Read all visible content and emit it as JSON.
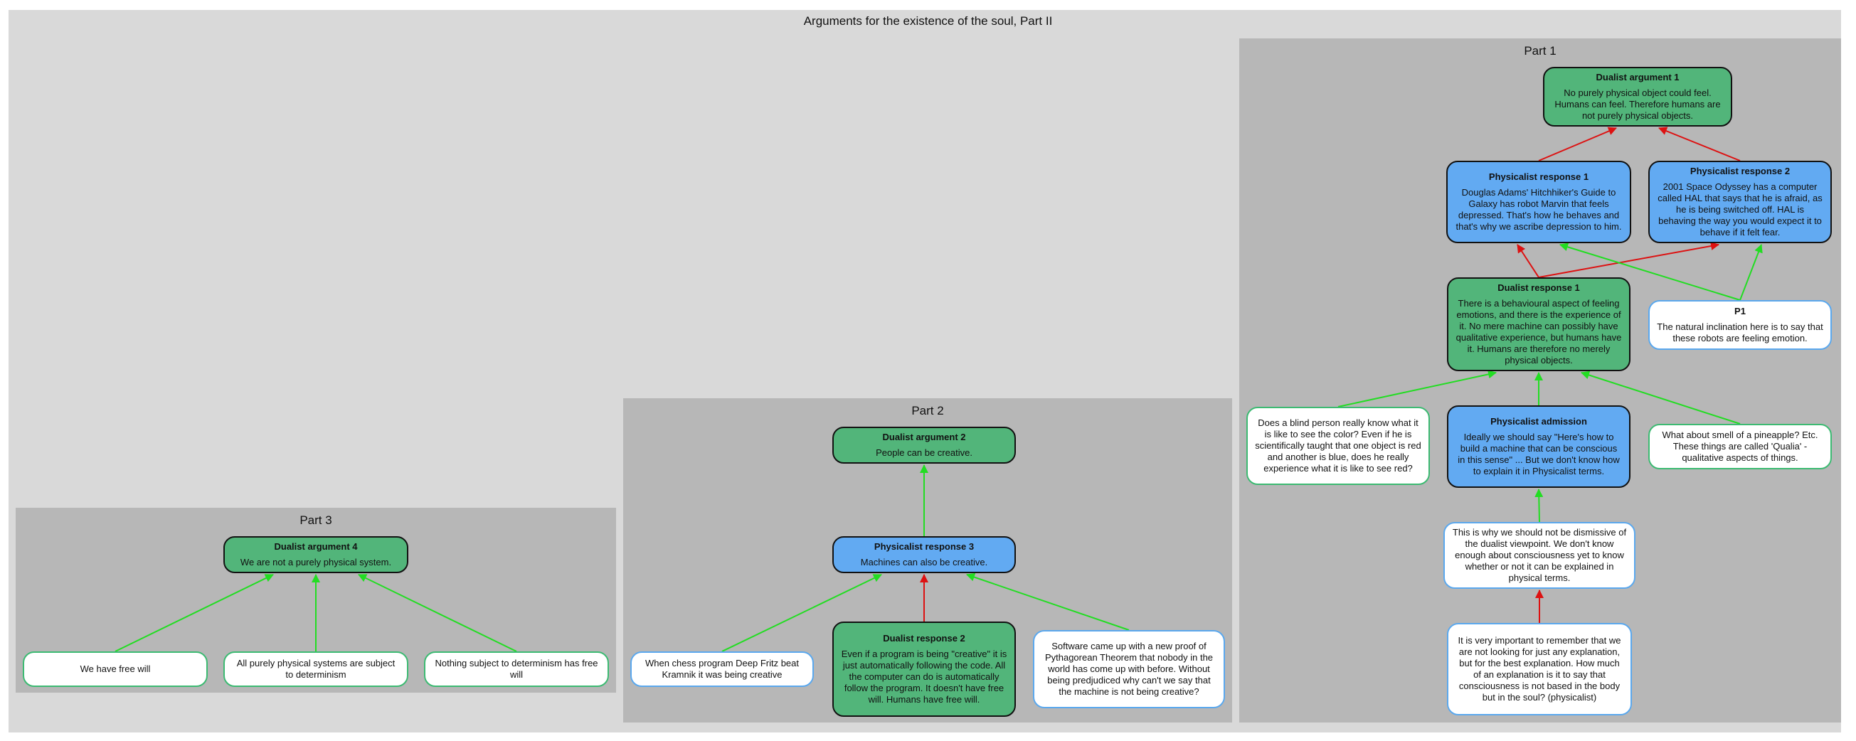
{
  "title": "Arguments for the existence of the soul, Part II",
  "colors": {
    "outer": "#d9d9d9",
    "cluster": "#b7b7b7",
    "green": "#52b57a",
    "blue": "#62aaf2",
    "support": "#22dd22",
    "attack": "#dd1111"
  },
  "clusters": {
    "part1": {
      "label": "Part 1"
    },
    "part2": {
      "label": "Part 2"
    },
    "part3": {
      "label": "Part 3"
    }
  },
  "nodes": {
    "da1": {
      "title": "Dualist argument 1",
      "text": "No purely physical object could feel. Humans can feel. Therefore humans are not purely physical objects."
    },
    "pr1": {
      "title": "Physicalist response 1",
      "text": "Douglas Adams' Hitchhiker's Guide to Galaxy has robot Marvin that feels depressed. That's how he behaves and that's why we ascribe depression to him."
    },
    "pr2": {
      "title": "Physicalist response 2",
      "text": "2001 Space Odyssey has a computer called HAL that says that he is afraid, as he is being switched off. HAL is behaving the way you would expect it to behave if it felt fear."
    },
    "dr1": {
      "title": "Dualist response 1",
      "text": "There is a behavioural aspect of feeling emotions, and there is the experience of it. No mere machine can possibly have qualitative experience, but humans have it. Humans are therefore no merely physical objects."
    },
    "p1": {
      "title": "P1",
      "text": "The natural inclination here is to say that these robots are feeling emotion."
    },
    "blind": {
      "title": "",
      "text": "Does a blind person really know what it is like to see the color? Even if he is scientifically taught that one object is red and another is blue, does he really experience what it is like to see red?"
    },
    "pa": {
      "title": "Physicalist admission",
      "text": "Ideally we should say \"Here's how to build a machine that can be conscious in this sense\" ... But we don't know how to explain it in Physicalist terms."
    },
    "pineapple": {
      "title": "",
      "text": "What about smell of a pineapple? Etc. These things are called 'Qualia' - qualitative aspects of things."
    },
    "dismissive": {
      "title": "",
      "text": "This is why we should not be dismissive of the dualist viewpoint. We don't know enough about consciousness yet to know whether or not it can be explained in physical terms."
    },
    "important": {
      "title": "",
      "text": "It is very important to remember that we are not looking for just any explanation, but for the best explanation. How much of an explanation is it to say that consciousness is not based in the body but in the soul? (physicalist)"
    },
    "da2": {
      "title": "Dualist argument 2",
      "text": "People can be creative."
    },
    "pr3": {
      "title": "Physicalist response 3",
      "text": "Machines can also be creative."
    },
    "chess": {
      "title": "",
      "text": "When chess program Deep Fritz beat Kramnik it was being creative"
    },
    "dr2": {
      "title": "Dualist response 2",
      "text": "Even if a program is being \"creative\" it is just automatically following the code. All the computer can do is automatically follow the program. It doesn't have free will. Humans have free will."
    },
    "software": {
      "title": "",
      "text": "Software came up with a new proof of Pythagorean Theorem that nobody in the world has come up with before. Without being predjudiced why can't we say that the machine is not being creative?"
    },
    "da4": {
      "title": "Dualist argument 4",
      "text": "We are not a purely physical system."
    },
    "freewill": {
      "title": "",
      "text": "We have free will"
    },
    "allphys": {
      "title": "",
      "text": "All purely physical systems are subject to determinism"
    },
    "nothing": {
      "title": "",
      "text": "Nothing subject to determinism has free will"
    }
  },
  "edges": [
    {
      "from": "pr1",
      "to": "da1",
      "type": "attack"
    },
    {
      "from": "pr2",
      "to": "da1",
      "type": "attack"
    },
    {
      "from": "dr1",
      "to": "pr1",
      "type": "attack"
    },
    {
      "from": "dr1",
      "to": "pr2",
      "type": "attack"
    },
    {
      "from": "p1",
      "to": "pr1",
      "type": "support"
    },
    {
      "from": "p1",
      "to": "pr2",
      "type": "support"
    },
    {
      "from": "blind",
      "to": "dr1",
      "type": "support"
    },
    {
      "from": "pa",
      "to": "dr1",
      "type": "support"
    },
    {
      "from": "pineapple",
      "to": "dr1",
      "type": "support"
    },
    {
      "from": "dismissive",
      "to": "pa",
      "type": "support"
    },
    {
      "from": "important",
      "to": "dismissive",
      "type": "attack"
    },
    {
      "from": "pr3",
      "to": "da2",
      "type": "support"
    },
    {
      "from": "chess",
      "to": "pr3",
      "type": "support"
    },
    {
      "from": "dr2",
      "to": "pr3",
      "type": "attack"
    },
    {
      "from": "software",
      "to": "pr3",
      "type": "support"
    },
    {
      "from": "freewill",
      "to": "da4",
      "type": "support"
    },
    {
      "from": "allphys",
      "to": "da4",
      "type": "support"
    },
    {
      "from": "nothing",
      "to": "da4",
      "type": "support"
    }
  ]
}
